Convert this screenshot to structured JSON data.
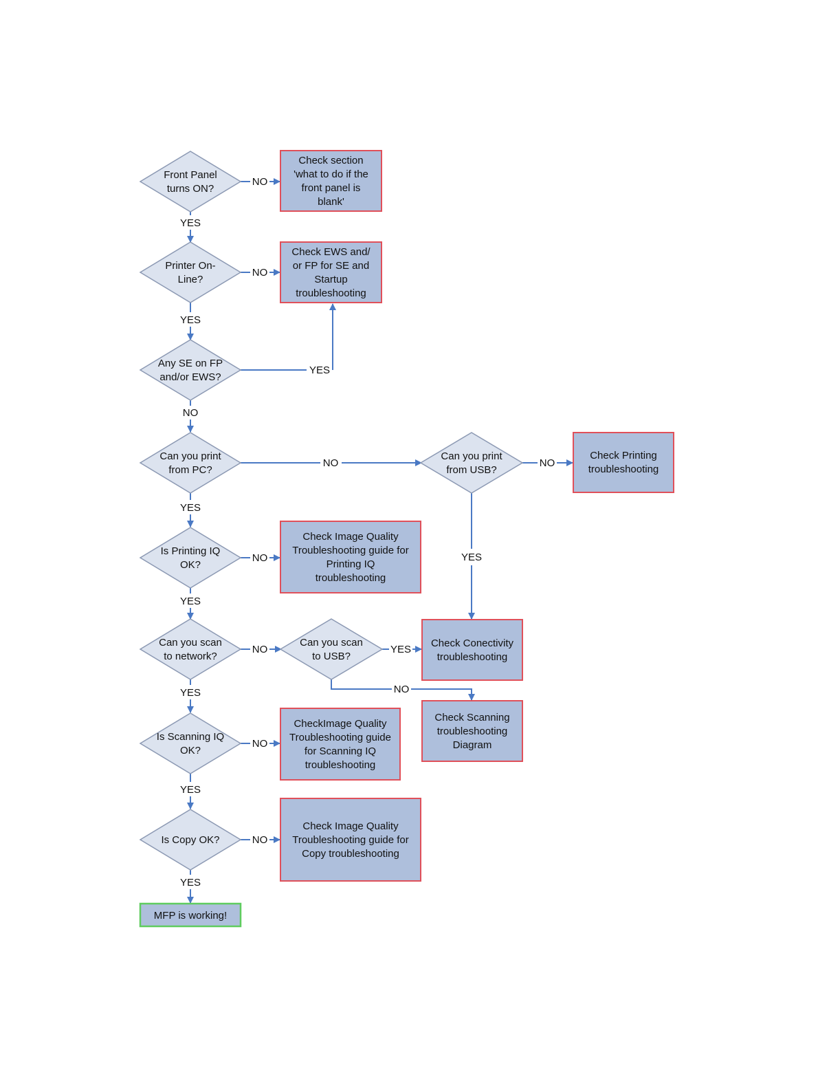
{
  "colors": {
    "decision_fill": "#dce3ef",
    "decision_stroke": "#8c99b3",
    "box_fill": "#aebfdc",
    "box_stroke": "#e0505a",
    "end_fill": "#aebfdc",
    "end_stroke": "#5fcc5f",
    "connector": "#4a79c4"
  },
  "decisions": {
    "front_panel": [
      "Front Panel",
      "turns ON?"
    ],
    "printer_online": [
      "Printer On-",
      "Line?"
    ],
    "any_se": [
      "Any SE on FP",
      "and/or EWS?"
    ],
    "print_pc": [
      "Can you print",
      "from PC?"
    ],
    "print_usb": [
      "Can you print",
      "from USB?"
    ],
    "printing_iq": [
      "Is Printing IQ",
      "OK?"
    ],
    "scan_network": [
      "Can you scan",
      "to network?"
    ],
    "scan_usb": [
      "Can you scan",
      "to USB?"
    ],
    "scanning_iq": [
      "Is Scanning IQ",
      "OK?"
    ],
    "copy_ok": [
      "Is Copy OK?"
    ]
  },
  "actions": {
    "front_panel_blank": [
      "Check section",
      "'what to do if the",
      "front panel is",
      "blank'"
    ],
    "ews_fp": [
      "Check EWS and/",
      "or FP for SE and",
      "Startup",
      "troubleshooting"
    ],
    "printing": [
      "Check Printing",
      "troubleshooting"
    ],
    "iq_printing": [
      "Check Image Quality",
      "Troubleshooting guide for",
      "Printing IQ",
      "troubleshooting"
    ],
    "connectivity": [
      "Check Conectivity",
      "troubleshooting"
    ],
    "scanning": [
      "Check Scanning",
      "troubleshooting",
      "Diagram"
    ],
    "iq_scanning": [
      "CheckImage Quality",
      "Troubleshooting guide",
      "for Scanning IQ",
      "troubleshooting"
    ],
    "iq_copy": [
      "Check Image Quality",
      "Troubleshooting guide for",
      "Copy troubleshooting"
    ]
  },
  "end": {
    "label": "MFP is working!"
  },
  "labels": {
    "yes": "YES",
    "no": "NO"
  }
}
